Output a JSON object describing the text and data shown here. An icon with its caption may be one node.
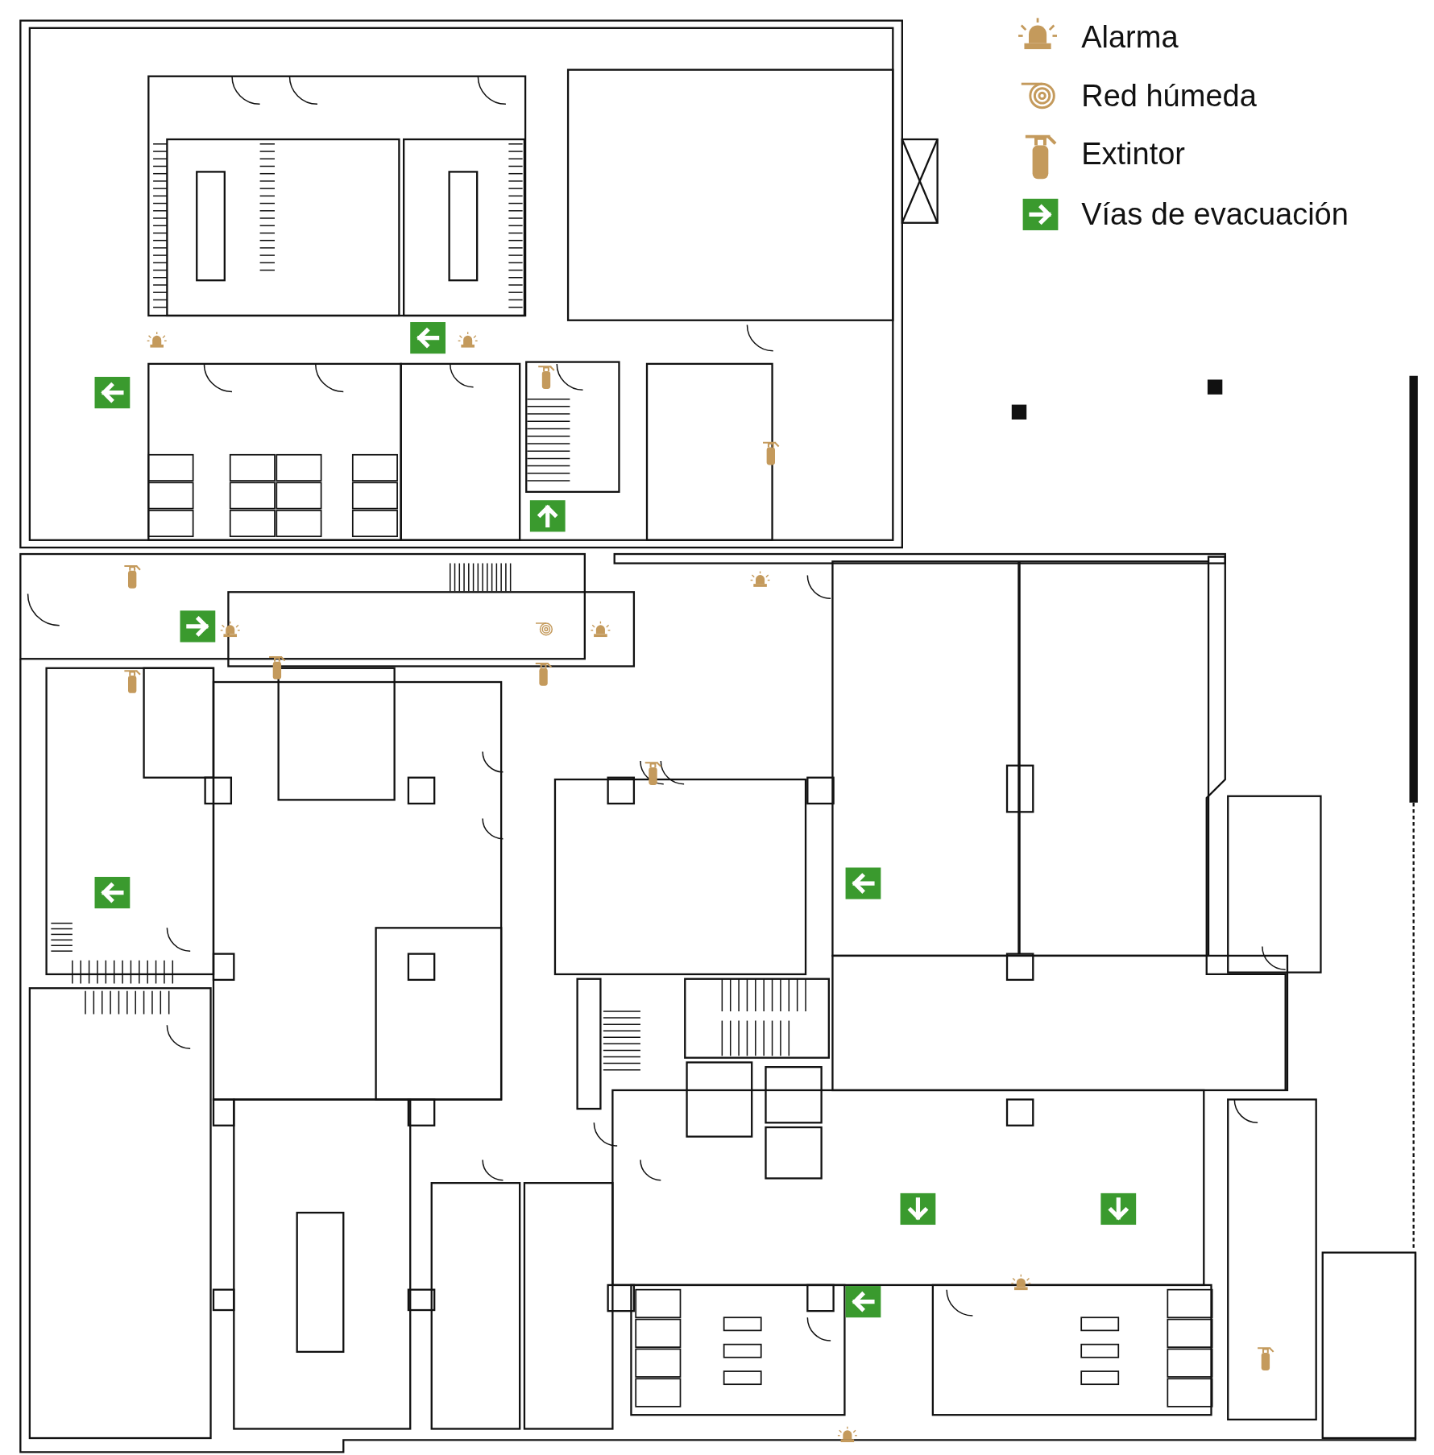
{
  "diagram": {
    "legend": [
      {
        "text": "Alarma"
      },
      {
        "text": "Red húmeda"
      },
      {
        "text": "Extintor"
      },
      {
        "text": "Vías de evacuación"
      }
    ]
  }
}
